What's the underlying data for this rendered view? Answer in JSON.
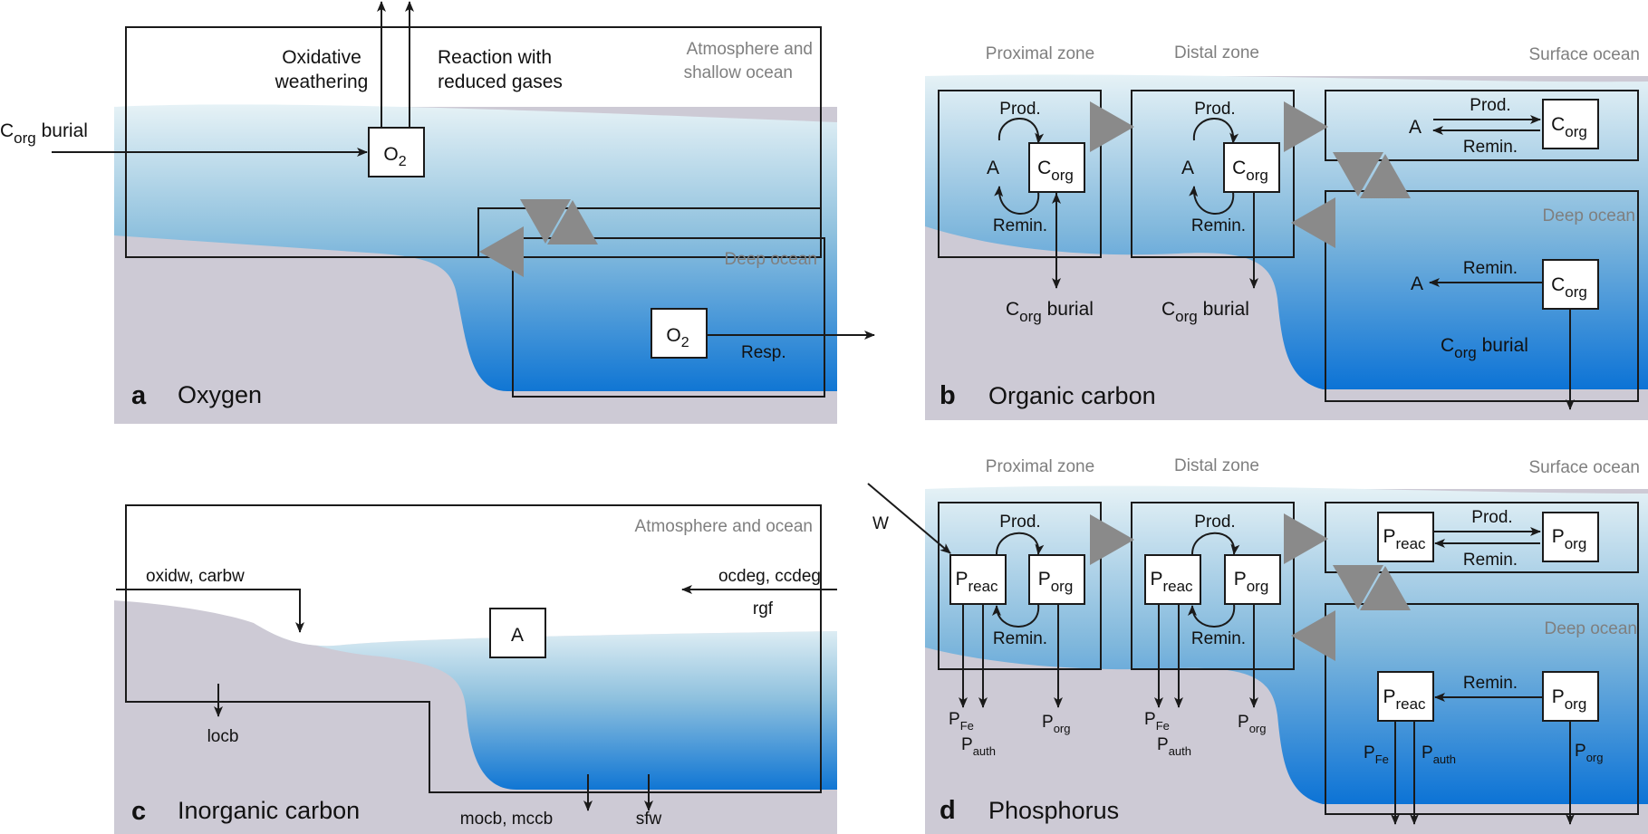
{
  "panel_a": {
    "letter": "a",
    "title": "Oxygen",
    "zone_top_1": "Atmosphere and",
    "zone_top_2": "shallow ocean",
    "zone_deep": "Deep ocean",
    "oxidative_1": "Oxidative",
    "oxidative_2": "weathering",
    "reaction_1": "Reaction with",
    "reaction_2": "reduced gases",
    "burial_c": "C",
    "burial_sub": "org",
    "burial_word": " burial",
    "o2_main": "O",
    "o2_sub": "2",
    "resp": "Resp."
  },
  "panel_b": {
    "letter": "b",
    "title": "Organic carbon",
    "proximal": "Proximal zone",
    "distal": "Distal zone",
    "surface": "Surface ocean",
    "deep": "Deep ocean",
    "prod": "Prod.",
    "remin": "Remin.",
    "a": "A",
    "c_main": "C",
    "c_sub": "org",
    "burial_word": " burial"
  },
  "panel_c": {
    "letter": "c",
    "title": "Inorganic carbon",
    "zone_top": "Atmosphere and ocean",
    "oxidw": "oxidw, carbw",
    "ocdeg": "ocdeg, ccdeg",
    "rgf": "rgf",
    "a": "A",
    "locb": "locb",
    "mocb": "mocb, mccb",
    "sfw": "sfw"
  },
  "panel_d": {
    "letter": "d",
    "title": "Phosphorus",
    "proximal": "Proximal zone",
    "distal": "Distal zone",
    "surface": "Surface ocean",
    "deep": "Deep ocean",
    "w": "W",
    "prod": "Prod.",
    "remin": "Remin.",
    "p_main": "P",
    "reac_sub": "reac",
    "org_sub": "org",
    "fe_sub": "Fe",
    "auth_sub": "auth"
  },
  "colors": {
    "ocean_top": "#e4f1f6",
    "ocean_bottom": "#1478d4",
    "land": "#cdcad5",
    "flux_arrow": "#8a8a8a"
  }
}
